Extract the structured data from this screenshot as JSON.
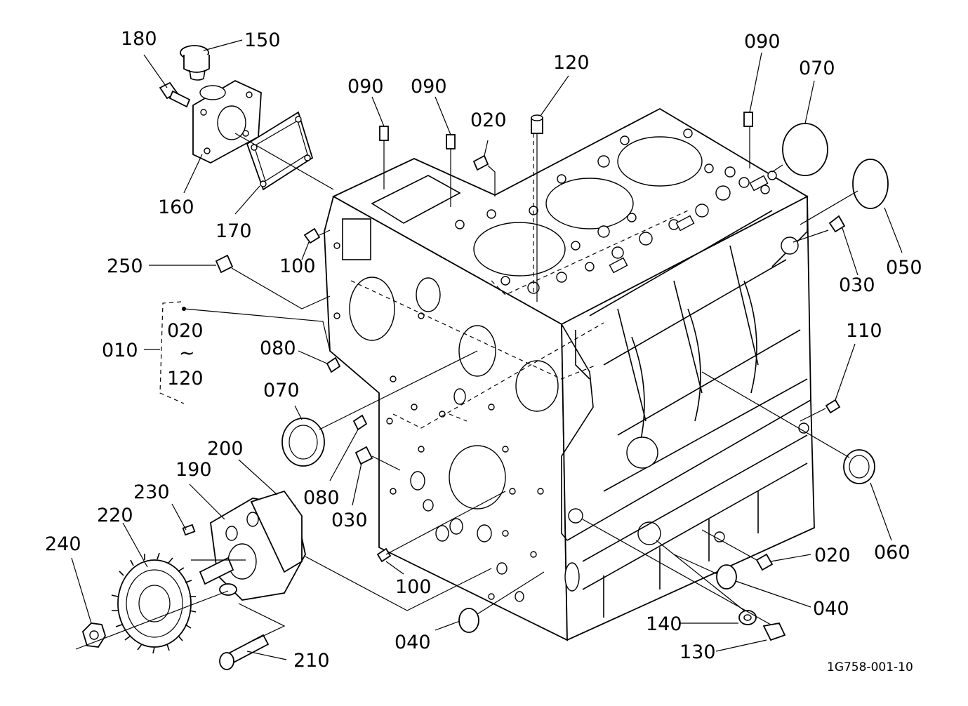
{
  "diagram": {
    "drawing_code": "1G758-001-10",
    "callouts": [
      {
        "id": "c180",
        "label": "180"
      },
      {
        "id": "c150",
        "label": "150"
      },
      {
        "id": "c160",
        "label": "160"
      },
      {
        "id": "c170",
        "label": "170"
      },
      {
        "id": "c250",
        "label": "250"
      },
      {
        "id": "c010",
        "label": "010"
      },
      {
        "id": "c020a",
        "label": "020"
      },
      {
        "id": "c120b",
        "label": "120"
      },
      {
        "id": "c080a",
        "label": "080"
      },
      {
        "id": "c070a",
        "label": "070"
      },
      {
        "id": "c200",
        "label": "200"
      },
      {
        "id": "c190",
        "label": "190"
      },
      {
        "id": "c230",
        "label": "230"
      },
      {
        "id": "c220",
        "label": "220"
      },
      {
        "id": "c240",
        "label": "240"
      },
      {
        "id": "c210",
        "label": "210"
      },
      {
        "id": "c080b",
        "label": "080"
      },
      {
        "id": "c030a",
        "label": "030"
      },
      {
        "id": "c100a",
        "label": "100"
      },
      {
        "id": "c100b",
        "label": "100"
      },
      {
        "id": "c040a",
        "label": "040"
      },
      {
        "id": "c090a",
        "label": "090"
      },
      {
        "id": "c090b",
        "label": "090"
      },
      {
        "id": "c020b",
        "label": "020"
      },
      {
        "id": "c120a",
        "label": "120"
      },
      {
        "id": "c090c",
        "label": "090"
      },
      {
        "id": "c070b",
        "label": "070"
      },
      {
        "id": "c050",
        "label": "050"
      },
      {
        "id": "c030b",
        "label": "030"
      },
      {
        "id": "c110",
        "label": "110"
      },
      {
        "id": "c060",
        "label": "060"
      },
      {
        "id": "c020c",
        "label": "020"
      },
      {
        "id": "c040b",
        "label": "040"
      },
      {
        "id": "c140",
        "label": "140"
      },
      {
        "id": "c130",
        "label": "130"
      }
    ],
    "range_separator": "~"
  }
}
